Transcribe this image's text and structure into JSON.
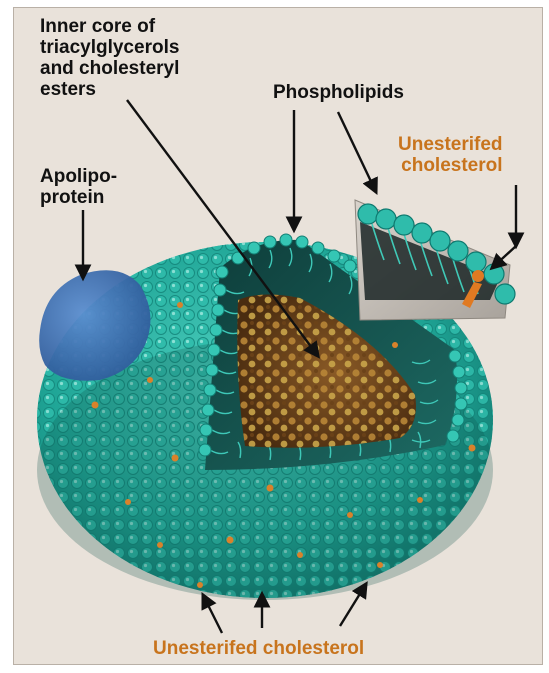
{
  "labels": {
    "inner_core": [
      "Inner core of",
      "triacylglycerols",
      "and cholesteryl",
      "esters"
    ],
    "phospholipids": "Phospholipids",
    "unesterified_top": [
      "Unesterifed",
      "cholesterol"
    ],
    "apolipoprotein": [
      "Apolipo-",
      "protein"
    ],
    "unesterified_bottom": "Unesterifed cholesterol"
  },
  "colors": {
    "background": "#e9e2da",
    "shell": "#1fa596",
    "core": "#6b4218",
    "core_particle": "#b88637",
    "apoprotein": "#3f74b6",
    "cholesterol": "#c8741d",
    "text": "#111111"
  }
}
